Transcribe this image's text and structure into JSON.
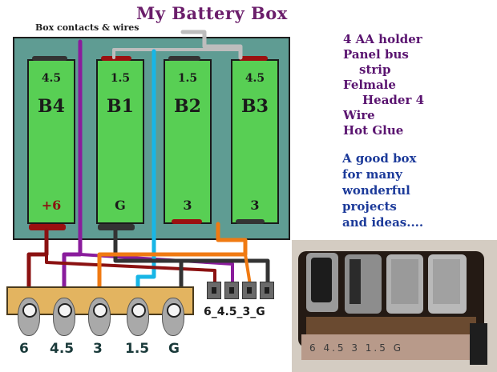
{
  "title": "My Battery Box",
  "contact_label": "Box contacts & wires",
  "cells": [
    {
      "id": "B4",
      "voltage": "4.5",
      "name": "B4",
      "bottom": "+6"
    },
    {
      "id": "B1",
      "voltage": "1.5",
      "name": "B1",
      "bottom": "G"
    },
    {
      "id": "B2",
      "voltage": "1.5",
      "name": "B2",
      "bottom": "3"
    },
    {
      "id": "B3",
      "voltage": "4.5",
      "name": "B3",
      "bottom": "3"
    }
  ],
  "parts_list": [
    "4 AA holder",
    "Panel bus",
    "strip",
    "Felmale",
    "Header 4",
    "Wire",
    "Hot Glue"
  ],
  "blurb": [
    "A good box",
    "for many",
    "wonderful",
    "projects",
    "and ideas...."
  ],
  "terminal_labels": [
    "6",
    "4.5",
    "3",
    "1.5",
    "G"
  ],
  "header_label": "6_4.5_3_G",
  "photo_strip_text": "6 4.5 3 1.5 G",
  "colors": {
    "title": "#6b1e6b",
    "box": "#5f9c93",
    "cell": "#58cf54",
    "wire_darkred": "#8b1111",
    "wire_purple": "#8a1c9c",
    "wire_orange": "#f07a12",
    "wire_cyan": "#18b6e6",
    "wire_black": "#333333",
    "wire_gray": "#bdbdbd",
    "strip": "#e3b460"
  }
}
